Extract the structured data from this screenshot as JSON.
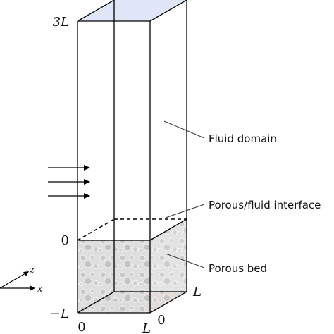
{
  "labels": {
    "top_level": "3L",
    "zero_level": "0",
    "bottom_level": "−L",
    "x_zero": "0",
    "x_L": "L",
    "z_zero": "0",
    "z_L": "L"
  },
  "annotations": {
    "fluid_domain": "Fluid domain",
    "interface": "Porous/fluid interface",
    "porous_bed": "Porous bed"
  },
  "axes": {
    "z": "z",
    "x": "x"
  },
  "colors": {
    "top_face": "#dfe6f7",
    "bottom_face": "#f3d6d2",
    "porous_bed": "#d9d9d9",
    "edges": "#000000"
  },
  "inflow_arrows": 3
}
